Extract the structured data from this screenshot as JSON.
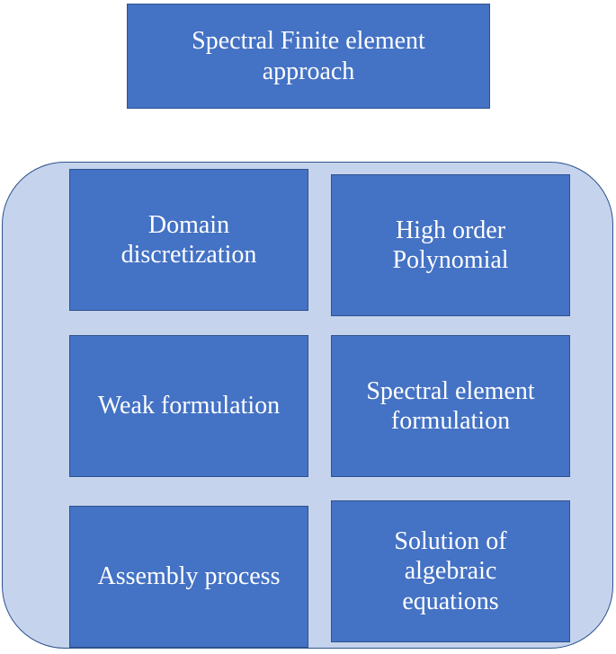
{
  "diagram": {
    "title": "Spectral Finite element\napproach",
    "steps": [
      "Domain\ndiscretization",
      "High order\nPolynomial",
      "Weak formulation",
      "Spectral element\nformulation",
      "Assembly process",
      "Solution of\nalgebraic\nequations"
    ]
  },
  "colors": {
    "box_fill": "#4472c4",
    "box_border": "#2f528f",
    "container_fill": "#c5d3ec",
    "text": "#ffffff"
  }
}
